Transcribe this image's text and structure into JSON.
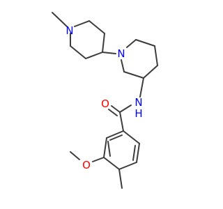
{
  "molecule": {
    "atoms": {
      "n_methylpiperidine": {
        "label": "N",
        "color": "#0000ff"
      },
      "n_piperidine": {
        "label": "N",
        "color": "#0000ff"
      },
      "n_amide": {
        "label": "N",
        "color": "#0000ff"
      },
      "h_amide": {
        "label": "H",
        "color": "#0000ff"
      },
      "o_carbonyl": {
        "label": "O",
        "color": "#ff0000"
      },
      "o_methoxy": {
        "label": "O",
        "color": "#ff0000"
      }
    },
    "bond_color": "#3c3c3c"
  }
}
